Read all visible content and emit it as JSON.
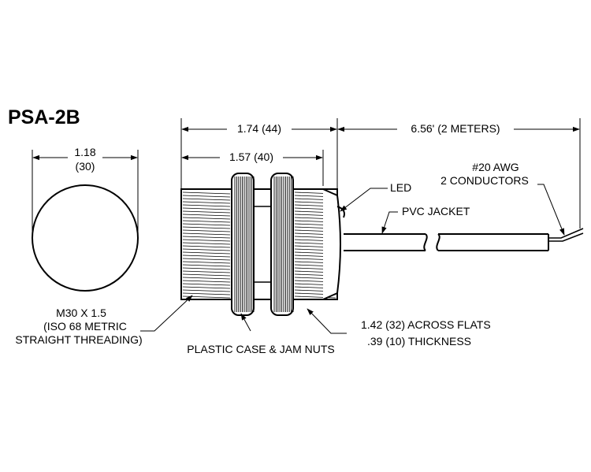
{
  "title": "PSA-2B",
  "dimensions": {
    "diameter_in": "1.18",
    "diameter_mm": "(30)",
    "overall_length": "1.74 (44)",
    "case_length": "1.57 (40)",
    "cable_length": "6.56' (2 METERS)"
  },
  "callouts": {
    "led": "LED",
    "wire_gauge": "#20 AWG",
    "conductors": "2 CONDUCTORS",
    "jacket": "PVC JACKET",
    "thread_line1": "M30 X 1.5",
    "thread_line2": "(ISO 68 METRIC",
    "thread_line3": "STRAIGHT THREADING)",
    "case_nuts": "PLASTIC CASE & JAM NUTS",
    "flats": "1.42 (32) ACROSS FLATS",
    "thickness": ".39 (10) THICKNESS"
  },
  "colors": {
    "line": "#000000",
    "background": "#ffffff"
  }
}
